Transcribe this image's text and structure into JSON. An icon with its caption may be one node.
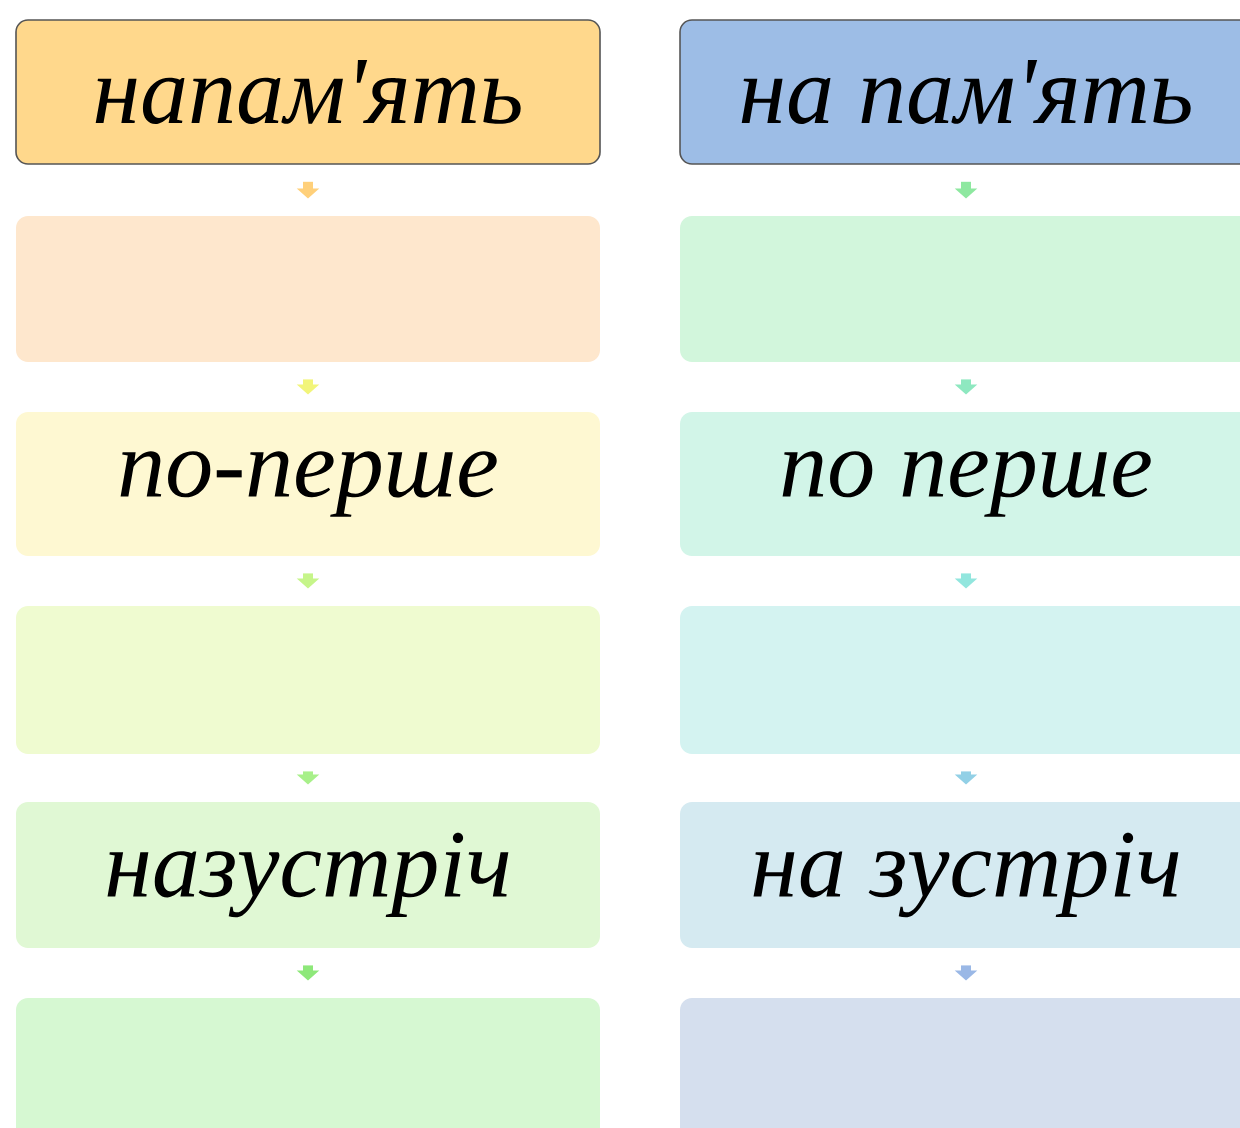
{
  "diagram": {
    "nodes": [
      {
        "text": [
          "напам'ять"
        ]
      },
      {
        "text": [],
        "shape": "box"
      },
      {
        "text": [
          "по-перше"
        ]
      },
      {
        "text": [],
        "shape": "box"
      },
      {
        "text": [
          "назустріч"
        ]
      },
      {
        "text": [],
        "shape": "box"
      },
      {
        "text": [
          "на пам'ять"
        ]
      },
      {
        "text": [],
        "shape": "box"
      },
      {
        "text": [
          "по перше"
        ]
      },
      {
        "text": [],
        "shape": "box"
      },
      {
        "text": [
          "на зустріч"
        ]
      },
      {
        "text": [],
        "shape": "box"
      }
    ],
    "edges": [
      {
        "from": 0,
        "to": 1,
        "arrow": "to",
        "color": "#ffd07a"
      },
      {
        "from": 1,
        "to": 2,
        "arrow": "to",
        "color": "#f2f57a"
      },
      {
        "from": 2,
        "to": 3,
        "arrow": "to",
        "color": "#c6f58a"
      },
      {
        "from": 3,
        "to": 4,
        "arrow": "to",
        "color": "#a8f08a"
      },
      {
        "from": 4,
        "to": 5,
        "arrow": "to",
        "color": "#8ee87a"
      },
      {
        "from": 6,
        "to": 7,
        "arrow": "to",
        "color": "#8ee8a0"
      },
      {
        "from": 7,
        "to": 8,
        "arrow": "to",
        "color": "#8ee8c0"
      },
      {
        "from": 8,
        "to": 9,
        "arrow": "to",
        "color": "#92e6de"
      },
      {
        "from": 9,
        "to": 10,
        "arrow": "to",
        "color": "#92d0e6"
      },
      {
        "from": 10,
        "to": 11,
        "arrow": "to",
        "color": "#9ab8e6"
      }
    ]
  }
}
